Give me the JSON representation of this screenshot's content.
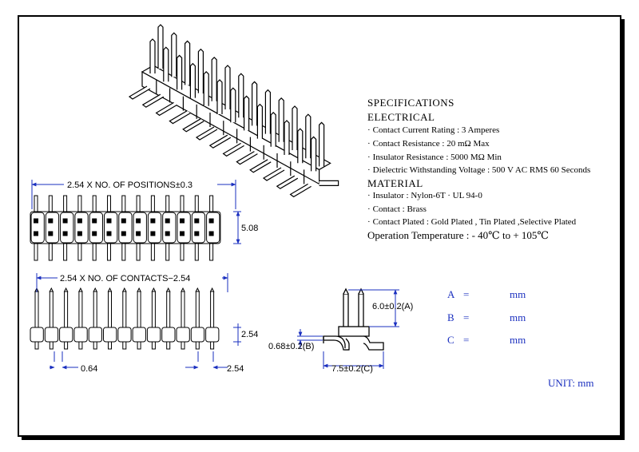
{
  "colors": {
    "line": "#000000",
    "dimension": "#1a2fbf",
    "background": "#ffffff"
  },
  "specs": {
    "title": "SPECIFICATIONS",
    "electrical_heading": "ELECTRICAL",
    "electrical": [
      "Contact Current Rating : 3 Amperes",
      "Contact Resistance  : 20 mΩ Max",
      "Insulator Resistance  : 5000 MΩ Min",
      "Dielectric Withstanding Voltage : 500 V AC RMS 60 Seconds"
    ],
    "material_heading": "MATERIAL",
    "material": [
      "Insulator  : Nylon-6T · UL 94-0",
      "Contact  : Brass",
      "Contact  Plated : Gold Plated , Tin Plated ,Selective Plated"
    ],
    "operation": "Operation Temperature  : - 40℃ to + 105℃",
    "bullet": "·"
  },
  "dimensions": {
    "positions_label": "2.54 X NO. OF POSITIONS±0.3",
    "contacts_label": "2.54 X NO. OF CONTACTS−2.54",
    "height_508": "5.08",
    "height_254": "2.54",
    "pitch_064": "0.64",
    "pitch_254": "2.54",
    "dim_a": "6.0±0.2(A)",
    "dim_b": "0.68±0.2(B)",
    "dim_c": "7.5±0.2(C)"
  },
  "abc_table": [
    {
      "letter": "A",
      "eq": "=",
      "unit": "mm"
    },
    {
      "letter": "B",
      "eq": "=",
      "unit": "mm"
    },
    {
      "letter": "C",
      "eq": "=",
      "unit": "mm"
    }
  ],
  "unit_note": "UNIT:  mm"
}
